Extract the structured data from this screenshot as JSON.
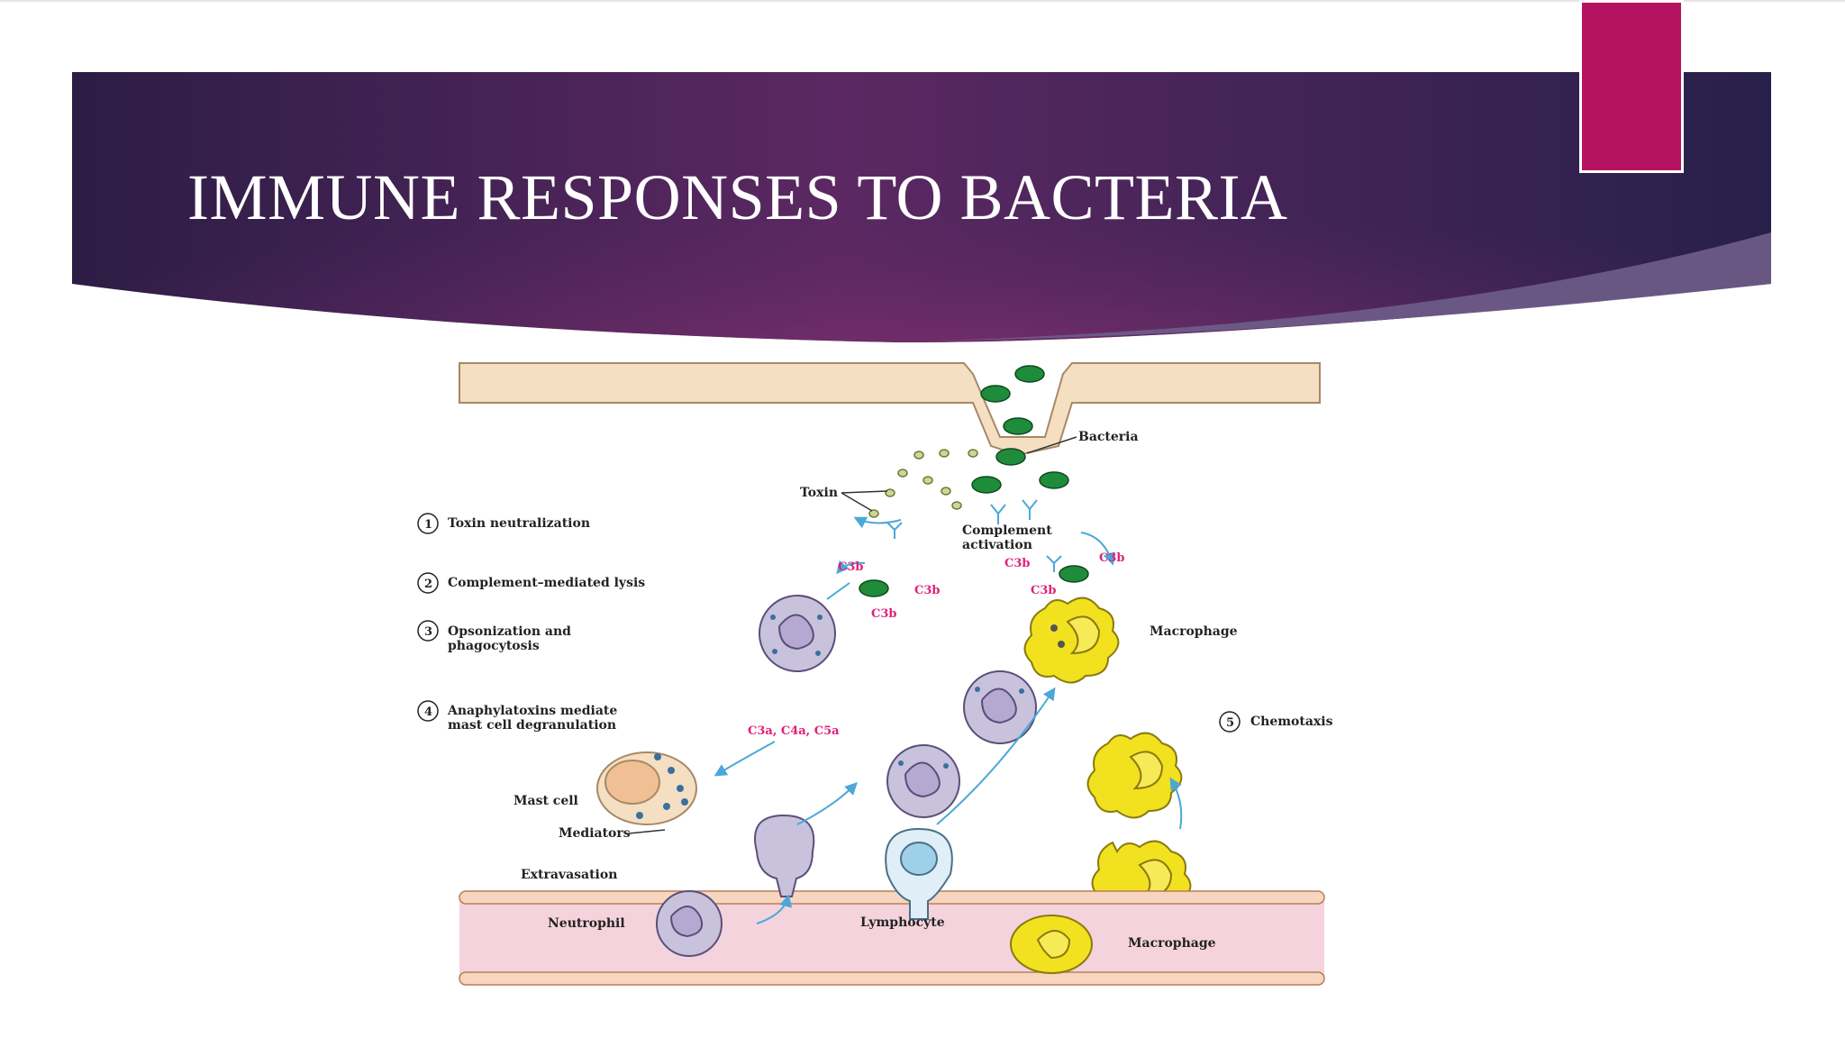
{
  "slide": {
    "title": "IMMUNE RESPONSES TO BACTERIA"
  },
  "colors": {
    "banner_dark": "#2c1d45",
    "banner_mid": "#5b2862",
    "accent_tab": "#b5135f",
    "bacteria": "#1e8c3a",
    "complement_label": "#e0207a",
    "antibody": "#4aa8d8",
    "macrophage": "#f2e11f",
    "neutrophil": "#c9c2dc",
    "vessel": "#f5d3dc",
    "skin": "#f5dfc2"
  },
  "diagram": {
    "steps": [
      {
        "num": "1",
        "label": "Toxin neutralization"
      },
      {
        "num": "2",
        "label": "Complement–mediated lysis"
      },
      {
        "num": "3",
        "label_line1": "Opsonization and",
        "label_line2": "phagocytosis"
      },
      {
        "num": "4",
        "label_line1": "Anaphylatoxins mediate",
        "label_line2": "mast cell degranulation"
      },
      {
        "num": "5",
        "label": "Chemotaxis"
      }
    ],
    "labels": {
      "bacteria": "Bacteria",
      "toxin": "Toxin",
      "complement_line1": "Complement",
      "complement_line2": "activation",
      "c3b": "C3b",
      "anaphylatoxins": "C3a, C4a, C5a",
      "macrophage": "Macrophage",
      "mast_cell": "Mast cell",
      "mediators": "Mediators",
      "extravasation": "Extravasation",
      "neutrophil": "Neutrophil",
      "lymphocyte": "Lymphocyte"
    }
  }
}
